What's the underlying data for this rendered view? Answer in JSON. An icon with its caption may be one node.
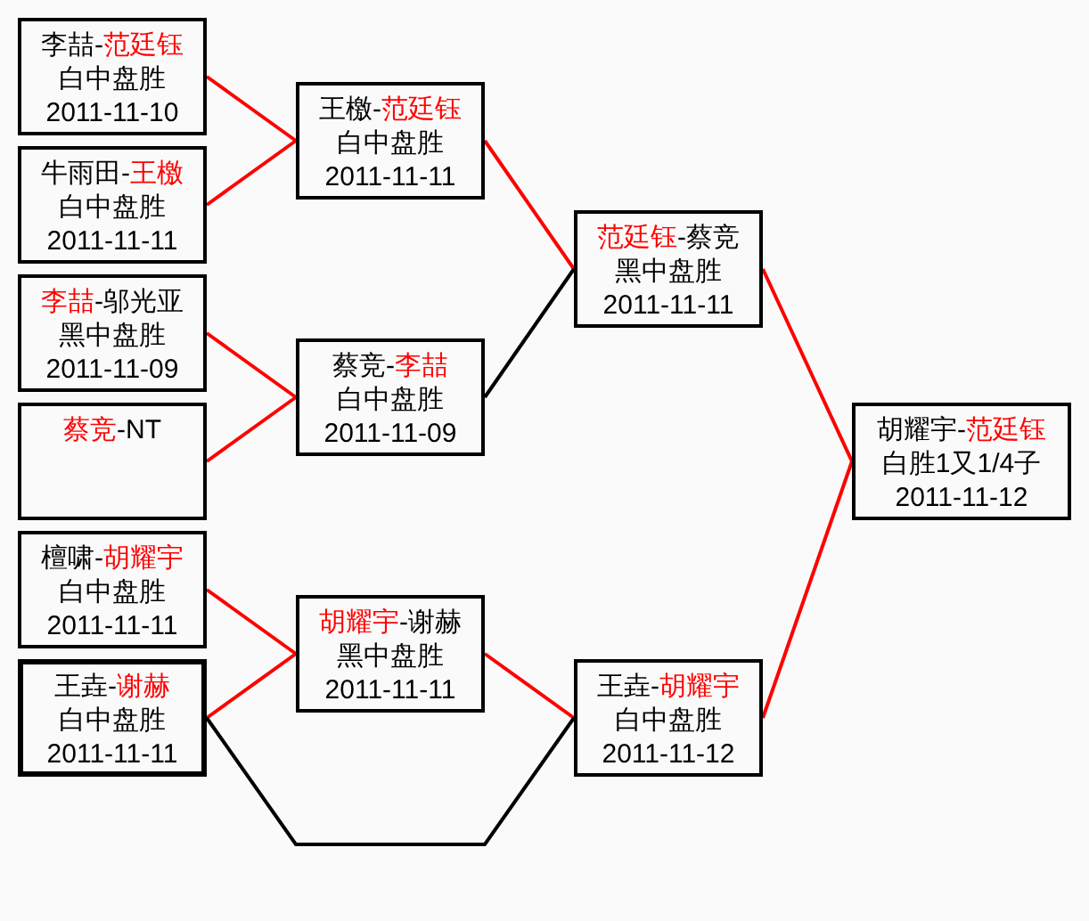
{
  "diagram": {
    "nodes": [
      {
        "text": [
          "李喆-范廷钰",
          "白中盘胜",
          "2011-11-10"
        ]
      },
      {
        "text": [
          "牛雨田-王檄",
          "白中盘胜",
          "2011-11-11"
        ]
      },
      {
        "text": [
          "李喆-邬光亚",
          "黑中盘胜",
          "2011-11-09"
        ]
      },
      {
        "text": [
          "蔡竞-NT"
        ]
      },
      {
        "text": [
          "檀啸-胡耀宇",
          "白中盘胜",
          "2011-11-11"
        ]
      },
      {
        "text": [
          "王垚-谢赫",
          "白中盘胜",
          "2011-11-11"
        ]
      },
      {
        "text": [
          "王檄-范廷钰",
          "白中盘胜",
          "2011-11-11"
        ]
      },
      {
        "text": [
          "蔡竞-李喆",
          "白中盘胜",
          "2011-11-09"
        ]
      },
      {
        "text": [
          "胡耀宇-谢赫",
          "黑中盘胜",
          "2011-11-11"
        ]
      },
      {
        "text": [
          "范廷钰-蔡竞",
          "黑中盘胜",
          "2011-11-11"
        ]
      },
      {
        "text": [
          "王垚-胡耀宇",
          "白中盘胜",
          "2011-11-12"
        ]
      },
      {
        "text": [
          "胡耀宇-范廷钰",
          "白胜1又1/4子",
          "2011-11-12"
        ]
      }
    ],
    "edges": [
      {
        "from": 0,
        "to": 6,
        "arrow": "none"
      },
      {
        "from": 1,
        "to": 6,
        "arrow": "none"
      },
      {
        "from": 2,
        "to": 7,
        "arrow": "none"
      },
      {
        "from": 3,
        "to": 7,
        "arrow": "none"
      },
      {
        "from": 4,
        "to": 8,
        "arrow": "none"
      },
      {
        "from": 5,
        "to": 8,
        "arrow": "none"
      },
      {
        "from": 6,
        "to": 9,
        "arrow": "none"
      },
      {
        "from": 7,
        "to": 9,
        "arrow": "none",
        "color": "#000000"
      },
      {
        "from": 8,
        "to": 10,
        "arrow": "none"
      },
      {
        "from": 5,
        "to": 10,
        "arrow": "none",
        "color": "#000000"
      },
      {
        "from": 9,
        "to": 11,
        "arrow": "none"
      },
      {
        "from": 10,
        "to": 11,
        "arrow": "none"
      }
    ]
  }
}
